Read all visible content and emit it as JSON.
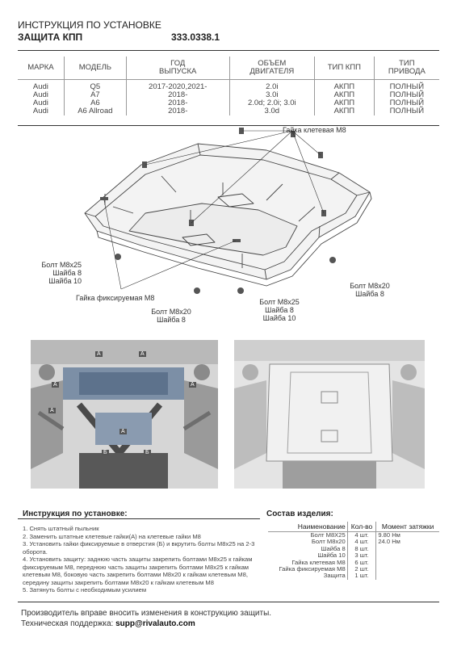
{
  "header": {
    "title": "ИНСТРУКЦИЯ ПО УСТАНОВКЕ",
    "subtitle": "ЗАЩИТА КПП",
    "code": "333.0338.1"
  },
  "spec_table": {
    "columns": [
      "МАРКА",
      "МОДЕЛЬ",
      "ГОД ВЫПУСКА",
      "ОБЪЕМ ДВИГАТЕЛЯ",
      "ТИП КПП",
      "ТИП ПРИВОДА"
    ],
    "column_lines": [
      [
        "МАРКА"
      ],
      [
        "МОДЕЛЬ"
      ],
      [
        "ГОД",
        "ВЫПУСКА"
      ],
      [
        "ОБЪЕМ",
        "ДВИГАТЕЛЯ"
      ],
      [
        "ТИП КПП"
      ],
      [
        "ТИП",
        "ПРИВОДА"
      ]
    ],
    "rows": [
      [
        "Audi",
        "Q5",
        "2017-2020,2021-",
        "2.0i",
        "АКПП",
        "ПОЛНЫЙ"
      ],
      [
        "Audi",
        "A7",
        "2018-",
        "3.0i",
        "АКПП",
        "ПОЛНЫЙ"
      ],
      [
        "Audi",
        "A6",
        "2018-",
        "2.0d; 2.0i; 3.0i",
        "АКПП",
        "ПОЛНЫЙ"
      ],
      [
        "Audi",
        "A6 Allroad",
        "2018-",
        "3.0d",
        "АКПП",
        "ПОЛНЫЙ"
      ]
    ]
  },
  "diagram": {
    "label_cage_nut": "Гайка клетевая М8",
    "label_bolt_left": [
      "Болт М8х25",
      "Шайба 8",
      "Шайба 10"
    ],
    "label_fix_nut": "Гайка фиксируемая М8",
    "label_bolt_m8x20_center": [
      "Болт М8х20",
      "Шайба 8"
    ],
    "label_bolt_m8x25_center": [
      "Болт М8х25",
      "Шайба 8",
      "Шайба 10"
    ],
    "label_bolt_m8x20_right": [
      "Болт М8х20",
      "Шайба 8"
    ]
  },
  "photos": {
    "marker_a": "А",
    "marker_b": "Б"
  },
  "instructions": {
    "title": "Инструкция по установке:",
    "steps": [
      "1. Снять штатный пыльник",
      "2. Заменить штатные клетевые гайки(А) на клетевые гайки М8",
      "3. Установить гайки фиксируемые в отверстия (Б) и вкрутить болты М8х25 на 2-3 оборота.",
      "4. Установить защиту: заднюю часть защиты закрепить болтами М8х25 к гайкам фиксируемым М8, переднюю часть защиты закрепить болтами М8х25 к гайкам клетевым М8, боковую часть закрепить болтами М8х20 к гайкам клетевым М8, середину защиты закрепить болтами М8х20 к гайкам клетевым М8",
      "5. Затянуть болты с необходимым усилием"
    ]
  },
  "kit": {
    "title": "Состав изделия:",
    "columns": [
      "Наименование",
      "Кол-во",
      "Момент затяжки"
    ],
    "rows": [
      [
        "Болт М8Х25",
        "4 шт.",
        "9.80 Нм"
      ],
      [
        "Болт М8х20",
        "4 шт.",
        "24.0 Нм"
      ],
      [
        "Шайба 8",
        "8 шт.",
        ""
      ],
      [
        "Шайба 10",
        "3 шт.",
        ""
      ],
      [
        "Гайка клетевая М8",
        "6 шт.",
        ""
      ],
      [
        "Гайка фиксируемая М8",
        "2 шт.",
        ""
      ],
      [
        "Защита",
        "1 шт.",
        ""
      ]
    ]
  },
  "footer": {
    "note": "Производитель вправе вносить изменения в конструкцию защиты.",
    "support_label": "Техническая поддержка:",
    "support_email": "supp@rivalauto.com"
  }
}
